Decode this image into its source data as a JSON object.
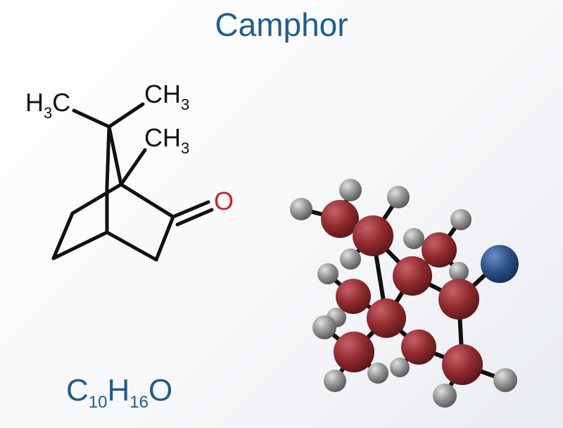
{
  "title": "Camphor",
  "formula": {
    "c": "C",
    "c_count": "10",
    "h": "H",
    "h_count": "16",
    "o": "O"
  },
  "structure": {
    "methyl_top_left": {
      "main": "H",
      "sub": "3",
      "tail": "C"
    },
    "methyl_top_right": {
      "main": "CH",
      "sub": "3"
    },
    "methyl_bridge": {
      "main": "CH",
      "sub": "3"
    },
    "oxygen": "O"
  },
  "colors": {
    "title": "#1f5d8c",
    "carbon_atom": "#8e2a2e",
    "hydrogen_atom": "#8f8f8f",
    "oxygen_atom": "#2b4f86",
    "oxygen_label": "#d4202a",
    "bond": "#111111"
  }
}
